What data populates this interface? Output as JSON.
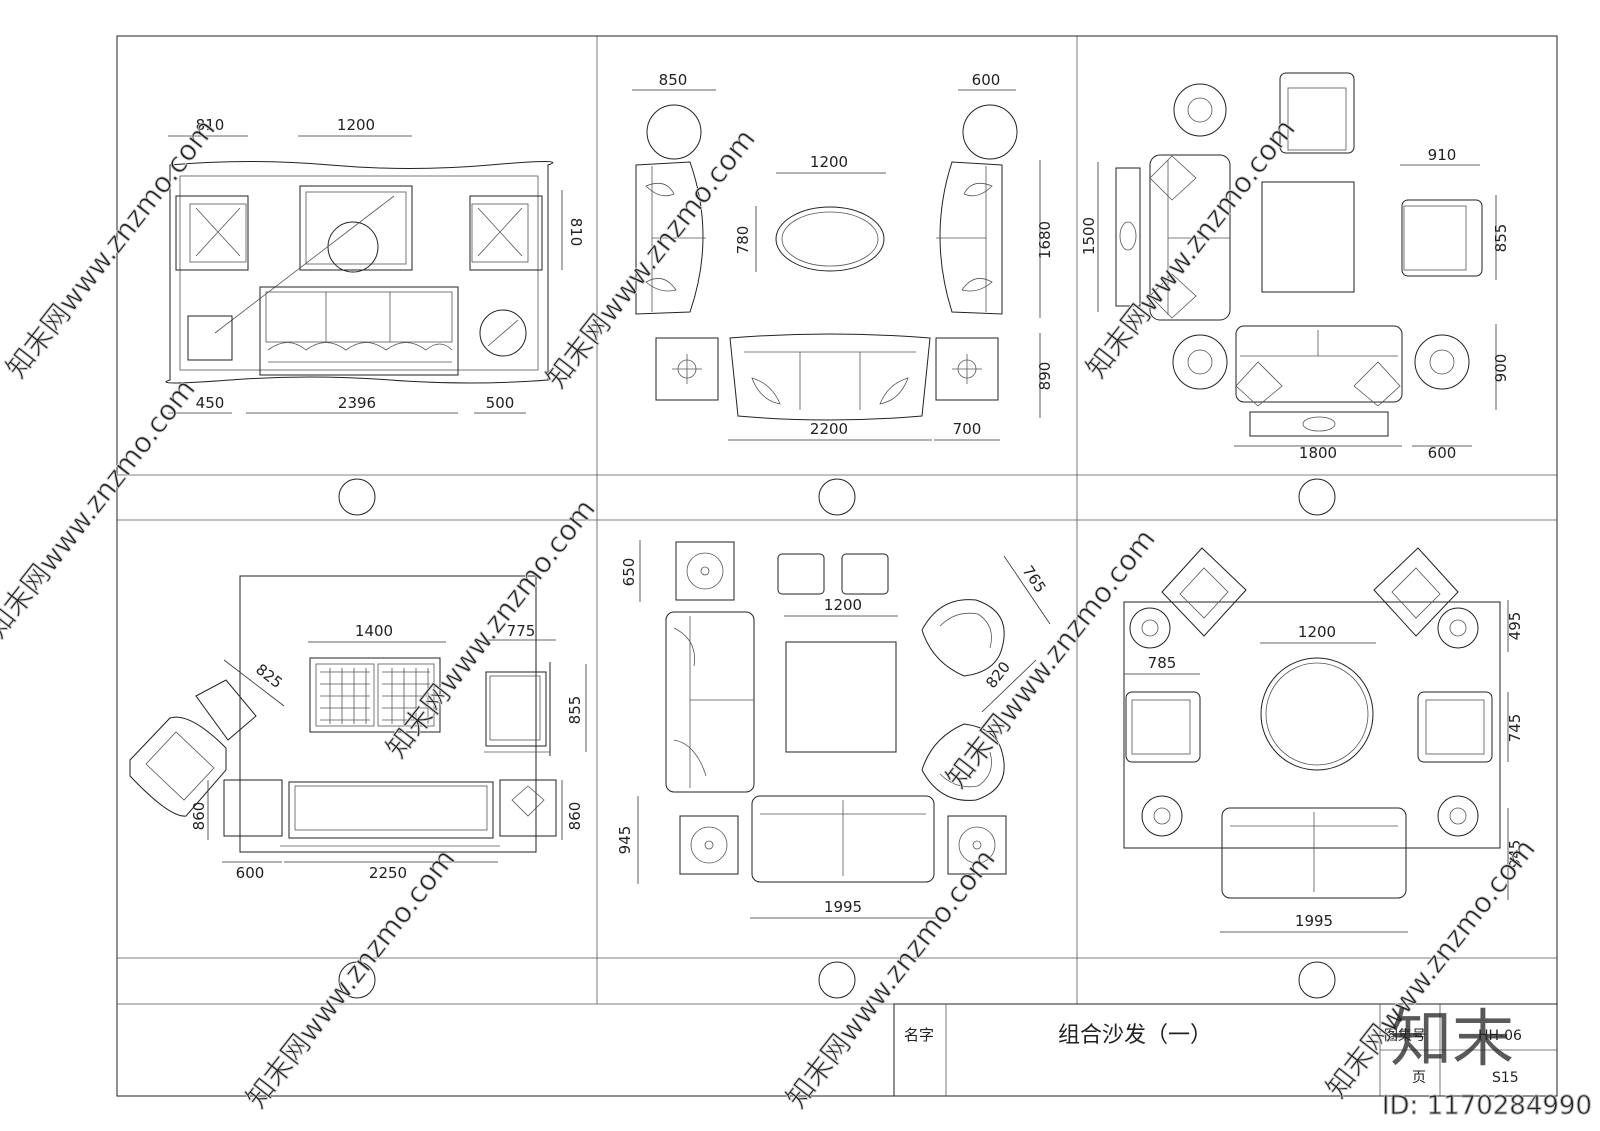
{
  "sheet": {
    "title": "组合沙发（一）",
    "name_label": "名字",
    "set_label": "图集号",
    "set_value": "HH-06",
    "page_label": "页",
    "page_value": "S15"
  },
  "panels": [
    {
      "dims": [
        "810",
        "1200",
        "810",
        "450",
        "2396",
        "500"
      ]
    },
    {
      "dims": [
        "850",
        "600",
        "1200",
        "780",
        "1680",
        "890",
        "2200",
        "700"
      ]
    },
    {
      "dims": [
        "910",
        "1500",
        "855",
        "900",
        "1800",
        "600"
      ]
    },
    {
      "dims": [
        "1400",
        "775",
        "825",
        "855",
        "860",
        "860",
        "600",
        "2250"
      ]
    },
    {
      "dims": [
        "650",
        "765",
        "1200",
        "820",
        "945",
        "1995"
      ]
    },
    {
      "dims": [
        "1200",
        "495",
        "785",
        "745",
        "945",
        "1995"
      ]
    }
  ],
  "watermark": {
    "text": "知末网www.znzmo.com",
    "logo": "知末",
    "id": "ID: 1170284990"
  }
}
